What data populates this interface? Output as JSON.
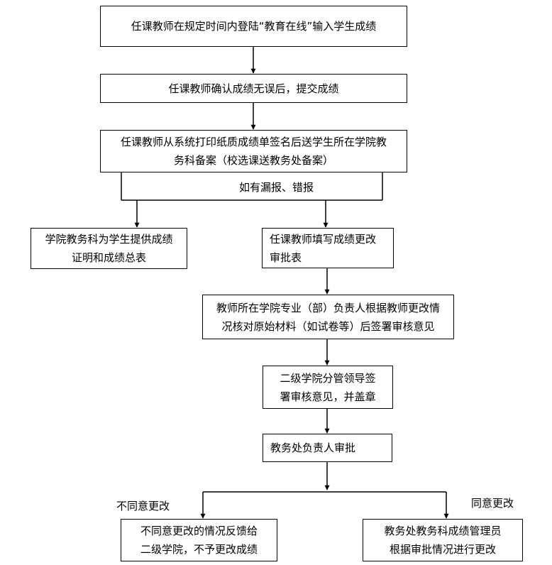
{
  "steps": {
    "login": "任课教师在规定时间内登陆“教育在线”输入学生成绩",
    "confirm": "任课教师确认成绩无误后，提交成绩",
    "print_line1": "任课教师从系统打印纸质成绩单签名后送学生所在学院教",
    "print_line2": "务科备案（校选课送教务处备案）",
    "college_line1": "学院教务科为学生提供成绩",
    "college_line2": "证明和成绩总表",
    "fill_form_line1": "任课教师填写成绩更改",
    "fill_form_line2": "审批表",
    "dept_head_line1": "教师所在学院专业（部）负责人根据教师更改情",
    "dept_head_line2": "况核对原始材料（如试卷等）后签署审核意见",
    "leader_line1": "二级学院分管领导签",
    "leader_line2": "署审核意见，并盖章",
    "office_head": "教务处负责人审批",
    "reject_line1": "不同意更改的情况反馈给",
    "reject_line2": "二级学院，不予更改成绩",
    "approve_line1": "教务处教务科成绩管理员",
    "approve_line2": "根据审批情况进行更改"
  },
  "labels": {
    "error_branch": "如有漏报、错报",
    "disagree": "不同意更改",
    "agree": "同意更改"
  }
}
